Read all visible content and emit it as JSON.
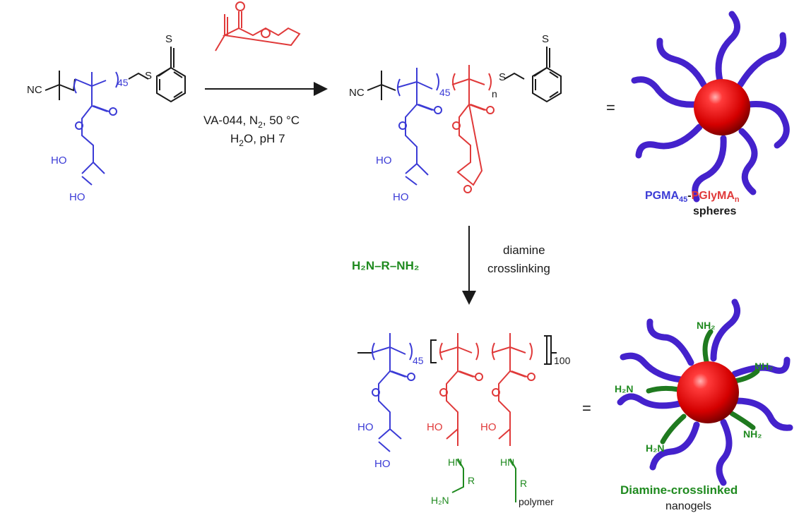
{
  "colors": {
    "pgma": "#3b3bd6",
    "glyma": "#e03a3a",
    "amine": "#1f8a1f",
    "black": "#1a1a1a"
  },
  "reaction1": {
    "conditions_line1": "VA-044, N",
    "conditions_sub": "2",
    "conditions_line1_end": ", 50 °C",
    "conditions_line2": "H",
    "conditions_line2_sub": "2",
    "conditions_line2_end": "O, pH 7"
  },
  "macro_cta": {
    "nc": "NC",
    "s": "S",
    "s_top": "S",
    "dp": "45",
    "ho1": "HO",
    "ho2": "HO"
  },
  "product1": {
    "nc": "NC",
    "s": "S",
    "s_top": "S",
    "dp_blue": "45",
    "dp_red": "n",
    "ho1": "HO",
    "ho2": "HO"
  },
  "sphere_label": {
    "pgma": "PGMA",
    "pgma_sub": "45",
    "dash": "-",
    "pglyma": "PGlyMA",
    "pglyma_sub": "n",
    "spheres": "spheres"
  },
  "step2": {
    "diamine": "H₂N–R–NH₂",
    "label1": "diamine",
    "label2": "crosslinking"
  },
  "product2": {
    "dp_blue": "45",
    "dp_outer": "100",
    "ho1": "HO",
    "ho2": "HO",
    "ho_red1": "HO",
    "ho_red2": "HO",
    "hn1": "HN",
    "hn2": "HN",
    "r1": "R",
    "r2": "R",
    "h2n": "H₂N",
    "polymer": "polymer"
  },
  "nanogel_label": {
    "title": "Diamine-crosslinked",
    "subtitle": "nanogels",
    "nh2_labels": [
      "NH₂",
      "NH₂",
      "H₂N",
      "H₂N",
      "NH₂"
    ]
  },
  "equals": "="
}
